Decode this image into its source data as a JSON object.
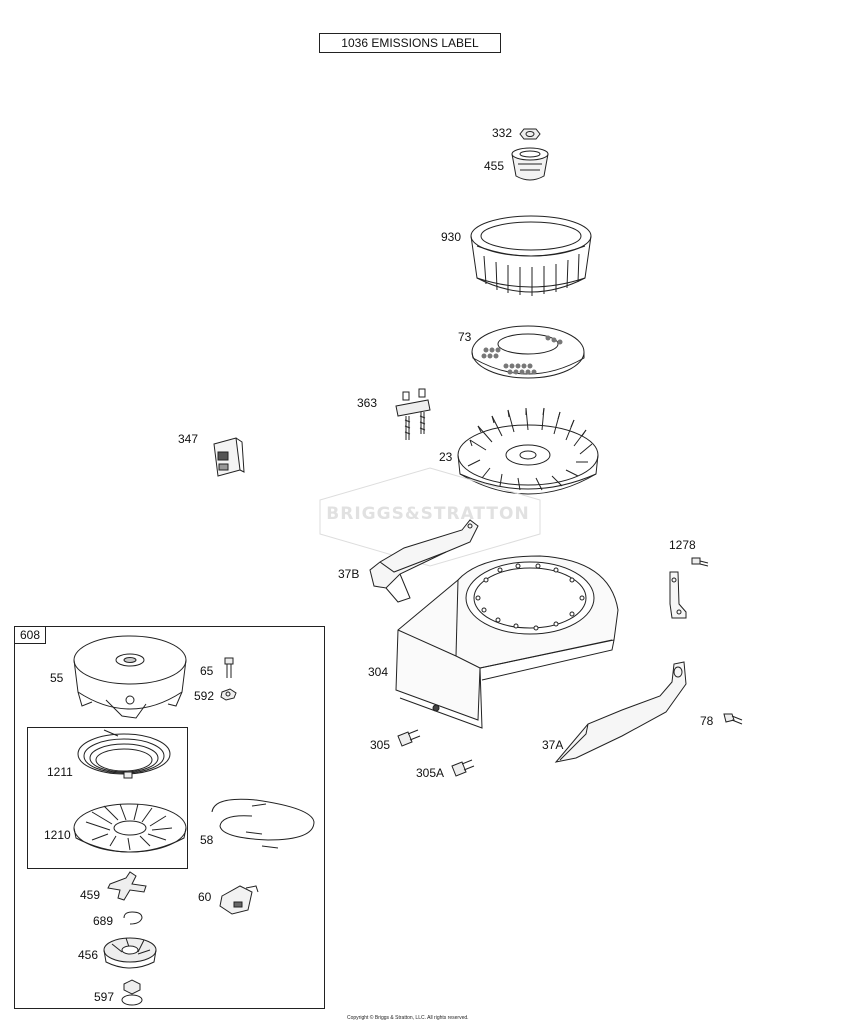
{
  "title_box": "1036 EMISSIONS LABEL",
  "kit_label": "608",
  "watermark": "BRIGGS&STRATTON",
  "copyright": "Copyright © Briggs & Stratton, LLC. All rights reserved.",
  "callouts": {
    "p332": "332",
    "p455": "455",
    "p930": "930",
    "p73": "73",
    "p363": "363",
    "p347": "347",
    "p23": "23",
    "p1278": "1278",
    "p37b": "37B",
    "p304": "304",
    "p37a": "37A",
    "p78": "78",
    "p305": "305",
    "p305a": "305A",
    "p55": "55",
    "p65": "65",
    "p592": "592",
    "p1211": "1211",
    "p1210": "1210",
    "p58": "58",
    "p459": "459",
    "p60": "60",
    "p689": "689",
    "p456": "456",
    "p597": "597"
  },
  "parts": [
    {
      "id": "332",
      "name": "nut-icon"
    },
    {
      "id": "455",
      "name": "starter-cup-icon"
    },
    {
      "id": "930",
      "name": "rotating-screen-icon"
    },
    {
      "id": "73",
      "name": "screen-plate-icon"
    },
    {
      "id": "363",
      "name": "bracket-with-screws-icon"
    },
    {
      "id": "347",
      "name": "switch-icon"
    },
    {
      "id": "23",
      "name": "flywheel-icon"
    },
    {
      "id": "1278",
      "name": "ground-strap-icon"
    },
    {
      "id": "37B",
      "name": "air-guide-icon"
    },
    {
      "id": "304",
      "name": "blower-housing-icon"
    },
    {
      "id": "37A",
      "name": "air-guide-icon"
    },
    {
      "id": "78",
      "name": "screw-icon"
    },
    {
      "id": "305",
      "name": "screw-icon"
    },
    {
      "id": "305A",
      "name": "screw-icon"
    }
  ]
}
